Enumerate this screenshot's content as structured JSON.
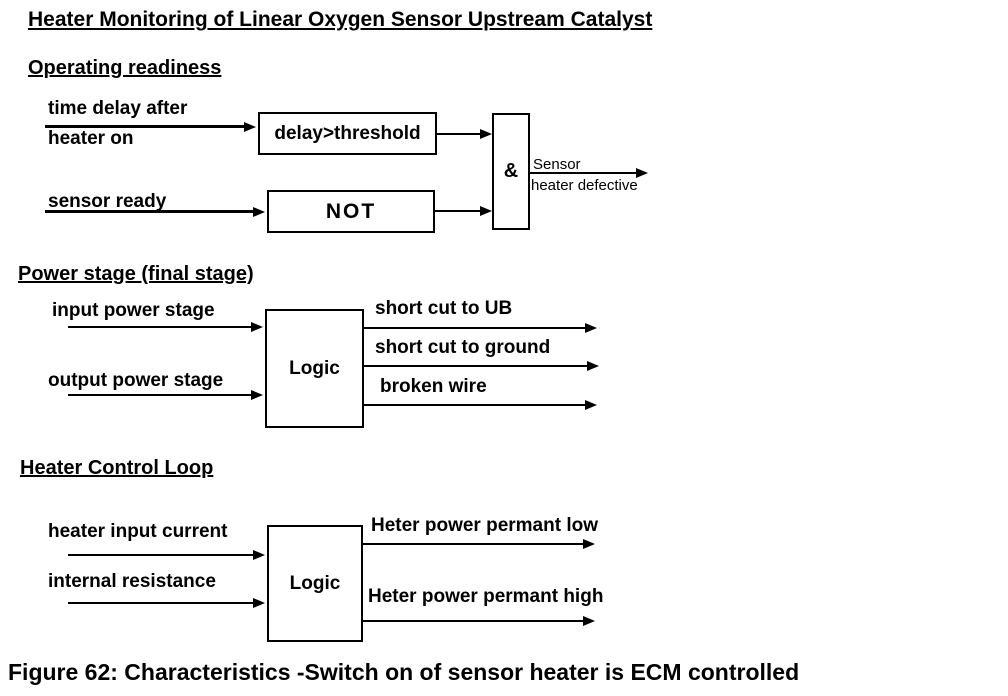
{
  "page": {
    "title": "Heater Monitoring of Linear Oxygen Sensor Upstream Catalyst",
    "caption": "Figure 62: Characteristics -Switch on of sensor heater is ECM controlled"
  },
  "diagram": {
    "operating_readiness": {
      "heading": "Operating readiness",
      "input1_line1": "time delay after",
      "input1_line2": "heater on",
      "input2": "sensor ready",
      "box_delay": "delay>threshold",
      "box_not": "NOT",
      "box_and": "&",
      "output_line1": "Sensor",
      "output_line2": "heater defective"
    },
    "power_stage": {
      "heading": "Power stage (final stage)",
      "input1": "input power stage",
      "input2": "output power stage",
      "box_logic": "Logic",
      "output1": "short cut to UB",
      "output2": "short cut to ground",
      "output3": "broken wire"
    },
    "heater_control_loop": {
      "heading": "Heater Control Loop",
      "input1": "heater input current",
      "input2": "internal resistance",
      "box_logic": "Logic",
      "output1": "Heter power permant low",
      "output2": "Heter power permant high"
    }
  }
}
